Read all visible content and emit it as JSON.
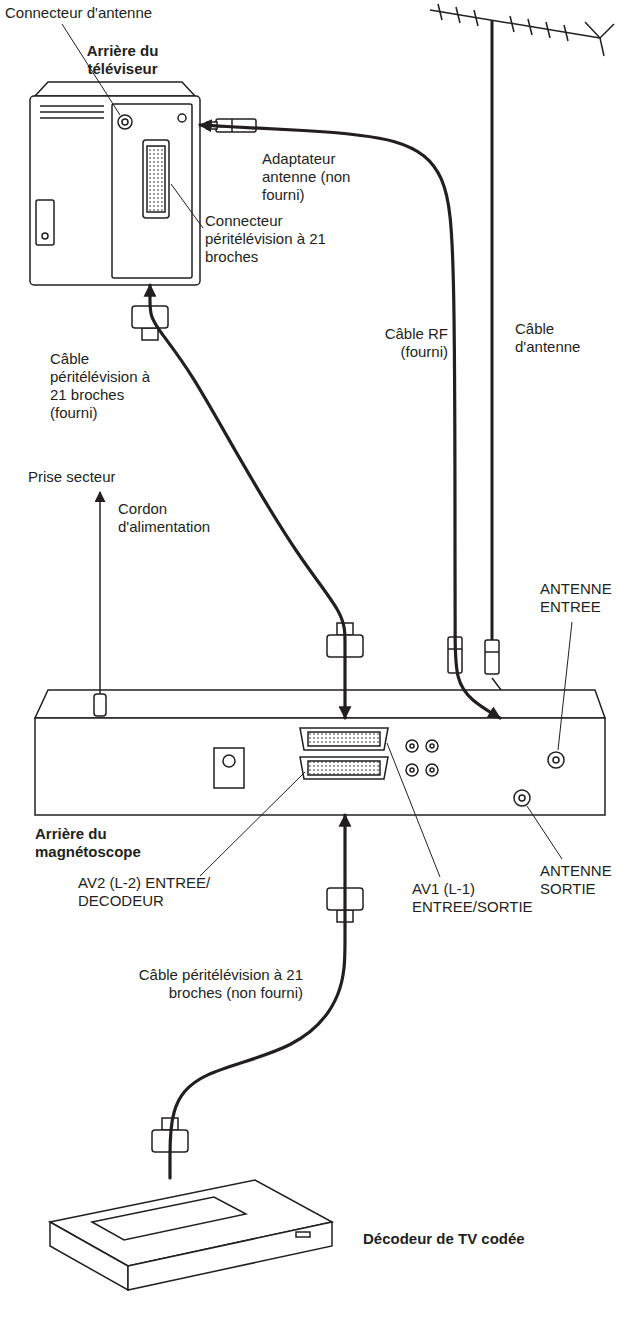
{
  "diagram": {
    "nodes": [
      {
        "text": [
          "Arrière du téléviseur"
        ]
      },
      {
        "text": [
          "Arrière du magnétoscope"
        ]
      },
      {
        "text": [
          "Décodeur de TV codée"
        ]
      }
    ],
    "edges": [
      {
        "from": 1,
        "to": 0,
        "arrow": "both",
        "label": "Câble péritélévision à 21 broches (fourni)"
      },
      {
        "from": 1,
        "to": 0,
        "arrow": "both",
        "label": "Câble RF (fourni)"
      },
      {
        "from": 2,
        "to": 1,
        "arrow": "to",
        "label": "Câble péritélévision à 21 broches (non fourni)"
      }
    ],
    "labels": [
      "Connecteur d'antenne",
      "Adaptateur antenne (non fourni)",
      "Connecteur péritélévision à 21 broches",
      "Câble d'antenne",
      "Prise secteur",
      "Cordon d'alimentation",
      "ANTENNE ENTREE",
      "ANTENNE SORTIE",
      "AV2 (L-2) ENTREE/ DECODEUR",
      "AV1 (L-1) ENTREE/SORTIE"
    ]
  }
}
